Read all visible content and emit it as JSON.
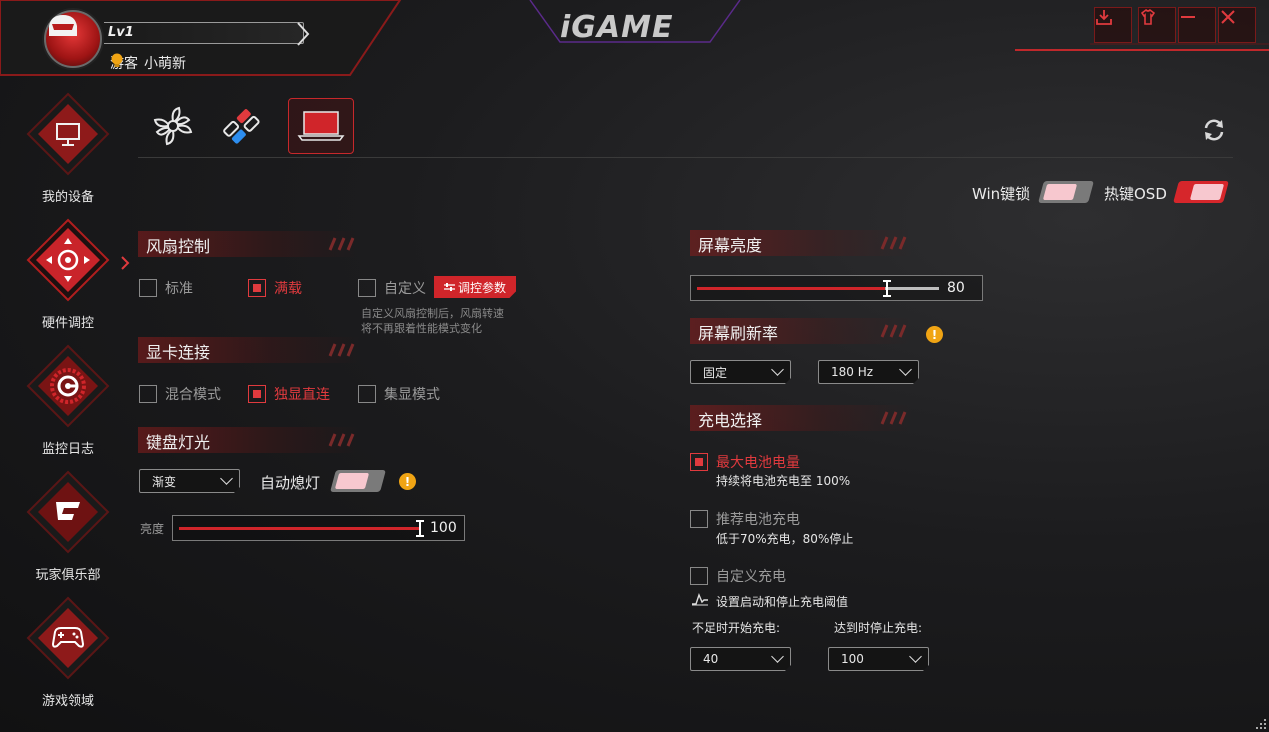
{
  "header": {
    "level": "Lv1",
    "user_type": "游客",
    "user_name": "小萌新",
    "logo": "iGAME",
    "window_buttons": [
      "download-icon",
      "skin-icon",
      "minimize-icon",
      "close-icon"
    ]
  },
  "sidebar": {
    "items": [
      {
        "label": "我的设备",
        "icon": "monitor-icon"
      },
      {
        "label": "硬件调控",
        "icon": "dpad-icon",
        "active": true
      },
      {
        "label": "监控日志",
        "icon": "gauge-icon"
      },
      {
        "label": "玩家俱乐部",
        "icon": "club-logo-icon"
      },
      {
        "label": "游戏领域",
        "icon": "gamepad-icon"
      }
    ]
  },
  "tabs": [
    {
      "icon": "fan-icon"
    },
    {
      "icon": "gpu-switch-icon"
    },
    {
      "icon": "laptop-icon",
      "active": true
    }
  ],
  "toggles": {
    "win_lock_label": "Win键锁",
    "win_lock_on": false,
    "hotkey_osd_label": "热键OSD",
    "hotkey_osd_on": true
  },
  "fan": {
    "title": "风扇控制",
    "options": [
      {
        "label": "标准",
        "checked": false
      },
      {
        "label": "满载",
        "checked": true
      },
      {
        "label": "自定义",
        "checked": false
      }
    ],
    "param_button": "调控参数",
    "hint_line1": "自定义风扇控制后，风扇转速",
    "hint_line2": "将不再跟着性能模式变化"
  },
  "gpu": {
    "title": "显卡连接",
    "options": [
      {
        "label": "混合模式",
        "checked": false
      },
      {
        "label": "独显直连",
        "checked": true
      },
      {
        "label": "集显模式",
        "checked": false
      }
    ]
  },
  "keyboard": {
    "title": "键盘灯光",
    "effect": "渐变",
    "auto_off_label": "自动熄灯",
    "auto_off_on": false,
    "brightness_label": "亮度",
    "brightness": 100
  },
  "screen": {
    "brightness_title": "屏幕亮度",
    "brightness": 80,
    "refresh_title": "屏幕刷新率",
    "refresh_mode": "固定",
    "refresh_rate": "180 Hz"
  },
  "charge": {
    "title": "充电选择",
    "options": [
      {
        "label": "最大电池电量",
        "desc": "持续将电池充电至 100%",
        "checked": true
      },
      {
        "label": "推荐电池充电",
        "desc": "低于70%充电，80%停止",
        "checked": false
      },
      {
        "label": "自定义充电",
        "checked": false
      }
    ],
    "threshold_note": "设置启动和停止充电阈值",
    "start_label": "不足时开始充电:",
    "start_value": "40",
    "stop_label": "达到时停止充电:",
    "stop_value": "100"
  },
  "colors": {
    "accent": "#d0252a",
    "warning": "#f0a414"
  }
}
